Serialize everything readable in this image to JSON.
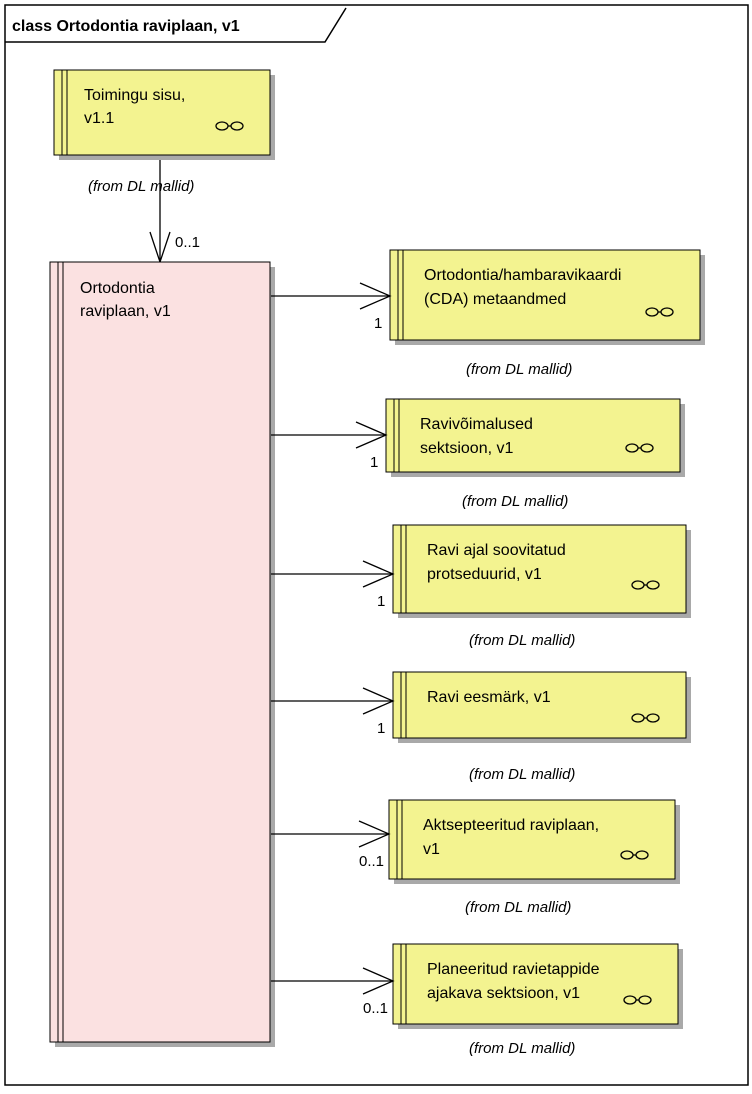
{
  "diagram": {
    "frame_title": "class Ortodontia raviplaan, v1",
    "top_class": {
      "lines": [
        "Toimingu sisu,",
        "v1.1"
      ],
      "from": "(from DL mallid)",
      "multiplicity": "0..1"
    },
    "main_class": {
      "lines": [
        "Ortodontia",
        "raviplaan, v1"
      ]
    },
    "children": [
      {
        "lines": [
          "Ortodontia/hambaravikaardi",
          "(CDA) metaandmed"
        ],
        "from": "(from DL mallid)",
        "multiplicity": "1"
      },
      {
        "lines": [
          "Ravivõimalused",
          "sektsioon, v1"
        ],
        "from": "(from DL mallid)",
        "multiplicity": "1"
      },
      {
        "lines": [
          "Ravi ajal soovitatud",
          "protseduurid, v1"
        ],
        "from": "(from DL mallid)",
        "multiplicity": "1"
      },
      {
        "lines": [
          "Ravi eesmärk, v1"
        ],
        "from": "(from DL mallid)",
        "multiplicity": "1"
      },
      {
        "lines": [
          "Aktsepteeritud raviplaan,",
          "v1"
        ],
        "from": "(from DL mallid)",
        "multiplicity": "0..1"
      },
      {
        "lines": [
          "Planeeritud ravietappide",
          "ajakava sektsioon, v1"
        ],
        "from": "(from DL mallid)",
        "multiplicity": "0..1"
      }
    ],
    "colors": {
      "link_class_fill": "#f3f390",
      "main_class_fill": "#fbe1e1",
      "border": "#000000"
    },
    "icons": [
      "link-icon"
    ]
  }
}
